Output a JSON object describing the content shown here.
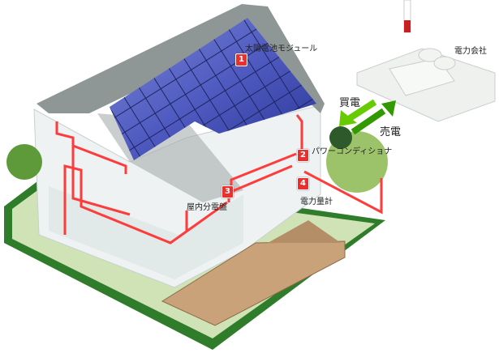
{
  "labels": {
    "solar_module": "太陽電池モジュール",
    "power_company": "電力会社",
    "buy_power": "買電",
    "sell_power": "売電",
    "power_conditioner": "パワーコンディショナ",
    "distribution_board": "屋内分電盤",
    "power_meter": "電力量計"
  },
  "badges": [
    "1",
    "2",
    "3",
    "4"
  ],
  "colors": {
    "wiring": "#ff3b3b",
    "buy_arrow": "#66cc00",
    "sell_arrow": "#339900",
    "panel": "#3a48a8",
    "hedge": "#2f7d2a",
    "deck": "#c9a27a"
  }
}
